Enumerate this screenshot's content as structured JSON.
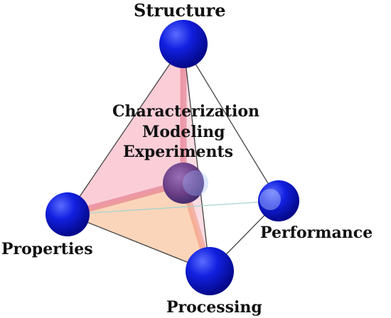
{
  "labels": {
    "structure": "Structure",
    "center_lines": [
      "Characterization",
      "Modeling",
      "Experiments"
    ],
    "properties": "Properties",
    "performance": "Performance",
    "processing": "Processing"
  },
  "colors": {
    "sphere_blue": "#0a13d6",
    "sphere_center": "#6a4c8f",
    "face_pink": "#f7a6b6",
    "face_orange": "#f9b98c",
    "edge": "#444444"
  }
}
